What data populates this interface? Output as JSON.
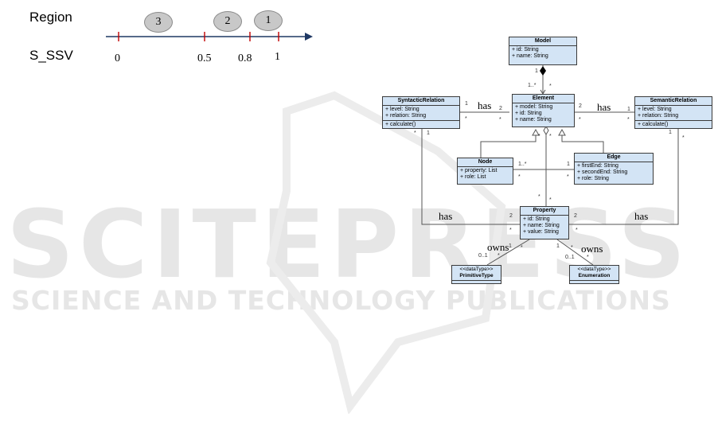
{
  "watermark": {
    "big": "SCITEPRESS",
    "small": "SCIENCE AND TECHNOLOGY PUBLICATIONS"
  },
  "scale": {
    "region_label": "Region",
    "ssv_label": "S_SSV",
    "ticks": [
      "0",
      "0.5",
      "0.8",
      "1"
    ],
    "regions": [
      "3",
      "2",
      "1"
    ]
  },
  "uml": {
    "model": {
      "name": "Model",
      "attrs": [
        "+ id: String",
        "+ name: String"
      ]
    },
    "element": {
      "name": "Element",
      "attrs": [
        "+ model: String",
        "+ id: String",
        "+ name: String"
      ]
    },
    "syntactic": {
      "name": "SyntacticRelation",
      "attrs": [
        "+ level: String",
        "+ relation: String"
      ],
      "ops": [
        "+ calculate()"
      ]
    },
    "semantic": {
      "name": "SemanticRelation",
      "attrs": [
        "+ level: String",
        "+ relation: String"
      ],
      "ops": [
        "+ calculate()"
      ]
    },
    "node": {
      "name": "Node",
      "attrs": [
        "+ property: List",
        "+ role: List"
      ]
    },
    "edge": {
      "name": "Edge",
      "attrs": [
        "+ firstEnd: String",
        "+ secondEnd: String",
        "+ role: String"
      ]
    },
    "property": {
      "name": "Property",
      "attrs": [
        "+ id: String",
        "+ name: String",
        "+ value: String"
      ]
    },
    "primitive": {
      "stereotype": "<<dataType>>",
      "name": "PrimitiveType"
    },
    "enumeration": {
      "stereotype": "<<dataType>>",
      "name": "Enumeration"
    },
    "labels": {
      "has": "has",
      "owns": "owns"
    },
    "mult": {
      "m1": "1",
      "m1n": "1..*",
      "star": "*",
      "two": "2",
      "zero1": "0..1"
    }
  }
}
